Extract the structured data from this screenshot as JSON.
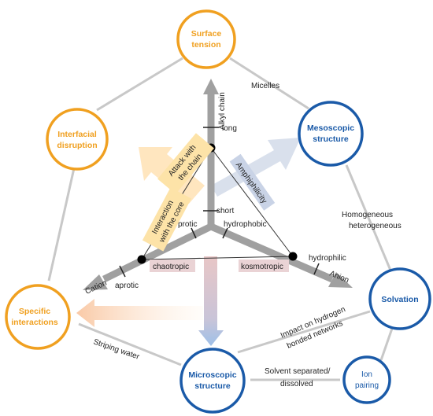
{
  "nodes": {
    "surface_tension": [
      "Surface",
      "tension"
    ],
    "interfacial_disruption": [
      "Interfacial",
      "disruption"
    ],
    "specific_interactions": [
      "Specific",
      "interactions"
    ],
    "mesoscopic_structure": [
      "Mesoscopic",
      "structure"
    ],
    "solvation": [
      "Solvation"
    ],
    "microscopic_structure": [
      "Microscopic",
      "structure"
    ],
    "ion_pairing": [
      "Ion",
      "pairing"
    ]
  },
  "axes": {
    "alkyl_chain": "Alkyl chain",
    "cation": "Cation",
    "anion": "Anion"
  },
  "ticks": {
    "long": "long",
    "short": "short",
    "protic": "protic",
    "aprotic": "aprotic",
    "hydrophobic": "hydrophobic",
    "hydrophilic": "hydrophilic"
  },
  "boxes": {
    "attack_chain": [
      "Attack with",
      "the chain"
    ],
    "interaction_core": [
      "Interaction",
      "with the core"
    ],
    "amphiphilicity": "Amphiphilicity",
    "chaotropic": "chaotropic",
    "kosmotropic": "kosmotropic"
  },
  "edge_labels": {
    "micelles": "Micelles",
    "homogeneous": [
      "Homogeneous",
      "heterogeneous"
    ],
    "impact_hydrogen": [
      "Impact on hydrogen",
      "bonded networks"
    ],
    "striping_water": "Striping water",
    "solvent_separated": [
      "Solvent separated/",
      "dissolved"
    ]
  },
  "colors": {
    "orange": "#f0a020",
    "blue": "#1a5aa8",
    "gray_line": "#c8c8c8",
    "axis_gray": "#a0a0a0"
  }
}
